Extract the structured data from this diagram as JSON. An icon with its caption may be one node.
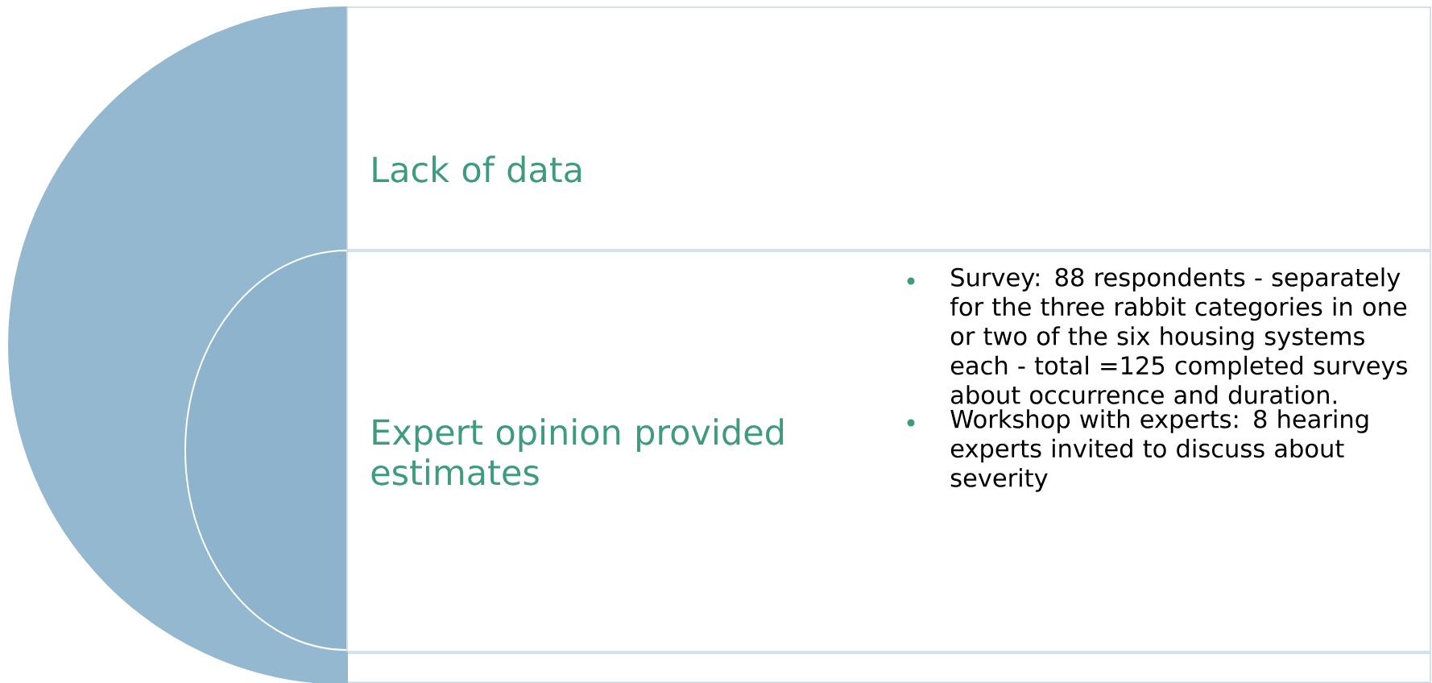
{
  "diagram": {
    "nodes": [
      {
        "text": [],
        "shape": "circle"
      },
      {
        "text": [],
        "shape": "circle",
        "in": 0
      },
      {
        "text": [
          "Lack of data"
        ]
      },
      {
        "text": [
          "Expert opinion provided estimates",
          "Survey: 88 respondents - separately for the three rabbit categories in one or two of the six housing systems each - total =125 completed surveys about occurrence and duration.",
          "Workshop with experts: 8 hearing experts invited to discuss about severity"
        ]
      }
    ]
  }
}
